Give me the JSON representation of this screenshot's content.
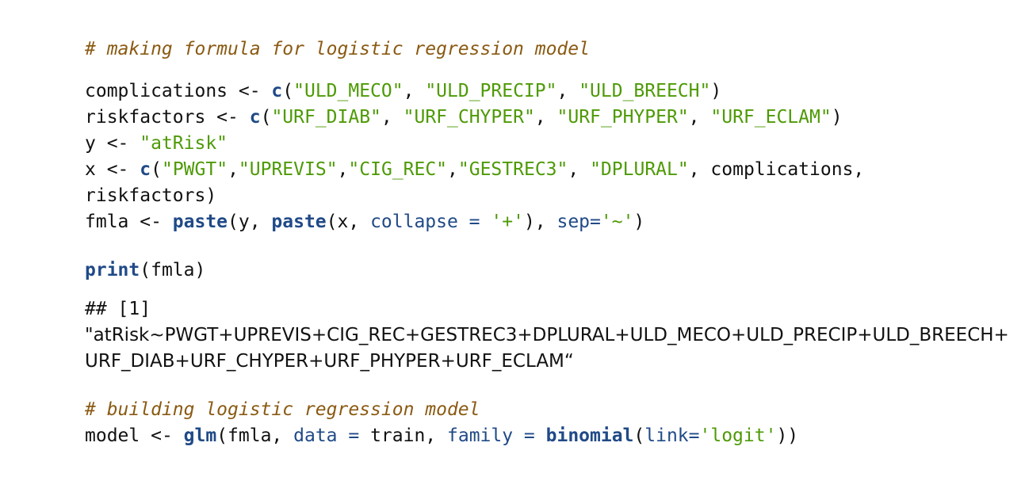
{
  "code": {
    "comment1": "# making formula for logistic regression model",
    "line_complications": {
      "var": "complications",
      "op": " <- ",
      "fn": "c",
      "open": "(",
      "s1": "\"ULD_MECO\"",
      "sep1": ", ",
      "s2": "\"ULD_PRECIP\"",
      "sep2": ", ",
      "s3": "\"ULD_BREECH\"",
      "close": ")"
    },
    "line_riskfactors": {
      "var": "riskfactors",
      "op": " <- ",
      "fn": "c",
      "open": "(",
      "s1": "\"URF_DIAB\"",
      "sep1": ", ",
      "s2": "\"URF_CHYPER\"",
      "sep2": ", ",
      "s3": "\"URF_PHYPER\"",
      "sep3": ", ",
      "s4": "\"URF_ECLAM\"",
      "close": ")"
    },
    "line_y": {
      "var": "y",
      "op": " <- ",
      "s1": "\"atRisk\""
    },
    "line_x": {
      "var": "x",
      "op": " <- ",
      "fn": "c",
      "open": "(",
      "s1": "\"PWGT\"",
      "sep1": ",",
      "s2": "\"UPREVIS\"",
      "sep2": ",",
      "s3": "\"CIG_REC\"",
      "sep3": ",",
      "s4": "\"GESTREC3\"",
      "sep4": ", ",
      "s5": "\"DPLURAL\"",
      "rest": ", complications,"
    },
    "line_x_cont": "riskfactors)",
    "line_fmla": {
      "var": "fmla",
      "op": " <- ",
      "fn1": "paste",
      "t1": "(y, ",
      "fn2": "paste",
      "t2": "(x, ",
      "arg1": "collapse = ",
      "s1": "'+'",
      "t3": "), ",
      "arg2": "sep=",
      "s2": "'~'",
      "t4": ")"
    },
    "line_print": {
      "fn": "print",
      "rest": "(fmla)"
    },
    "output_header": "## [1]",
    "output_line1": "\"atRisk~PWGT+UPREVIS+CIG_REC+GESTREC3+DPLURAL+ULD_MECO+ULD_PRECIP+ULD_BREECH+",
    "output_line2": "URF_DIAB+URF_CHYPER+URF_PHYPER+URF_ECLAM“",
    "comment2": "# building logistic regression model",
    "line_model": {
      "var": "model",
      "op": " <- ",
      "fn1": "glm",
      "t1": "(fmla, ",
      "arg1": "data = ",
      "t2": "train, ",
      "arg2": "family = ",
      "fn2": "binomial",
      "t3": "(",
      "arg3": "link=",
      "s1": "'logit'",
      "t4": "))"
    }
  },
  "colors": {
    "comment": "#8a5a12",
    "function": "#204a87",
    "string": "#4e9a06",
    "text": "#111111",
    "background": "#ffffff"
  }
}
